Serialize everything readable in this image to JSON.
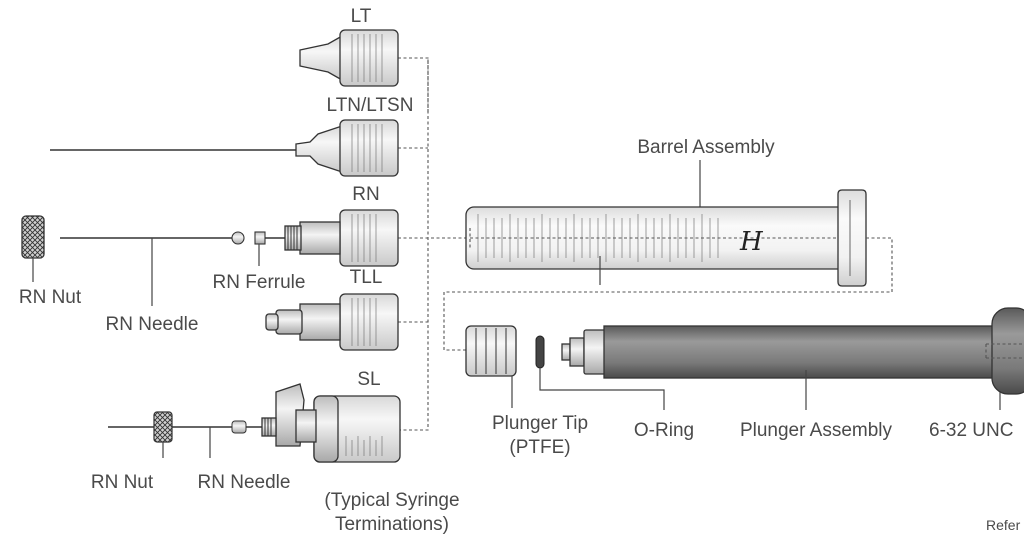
{
  "labels": {
    "lt": "LT",
    "ltn_ltsn": "LTN/LTSN",
    "rn": "RN",
    "tll": "TLL",
    "sl": "SL",
    "rn_nut": "RN Nut",
    "rn_needle": "RN Needle",
    "rn_ferrule": "RN Ferrule",
    "sl_rn_nut": "RN Nut",
    "sl_rn_needle": "RN Needle",
    "terminations_line1": "(Typical Syringe",
    "terminations_line2": "Terminations)",
    "barrel_assembly": "Barrel Assembly",
    "plunger_tip_line1": "Plunger Tip",
    "plunger_tip_line2": "(PTFE)",
    "o_ring": "O-Ring",
    "plunger_assembly": "Plunger Assembly",
    "thread": "6-32 UNC",
    "reference": "Refer",
    "brand_mark": "H"
  },
  "colors": {
    "line": "#333333",
    "hub_fill": "#eeeeee",
    "barrel_fill": "#f0f0f0",
    "plunger_fill": "#7a7a7a",
    "plunger_dark": "#4f4f4f"
  }
}
